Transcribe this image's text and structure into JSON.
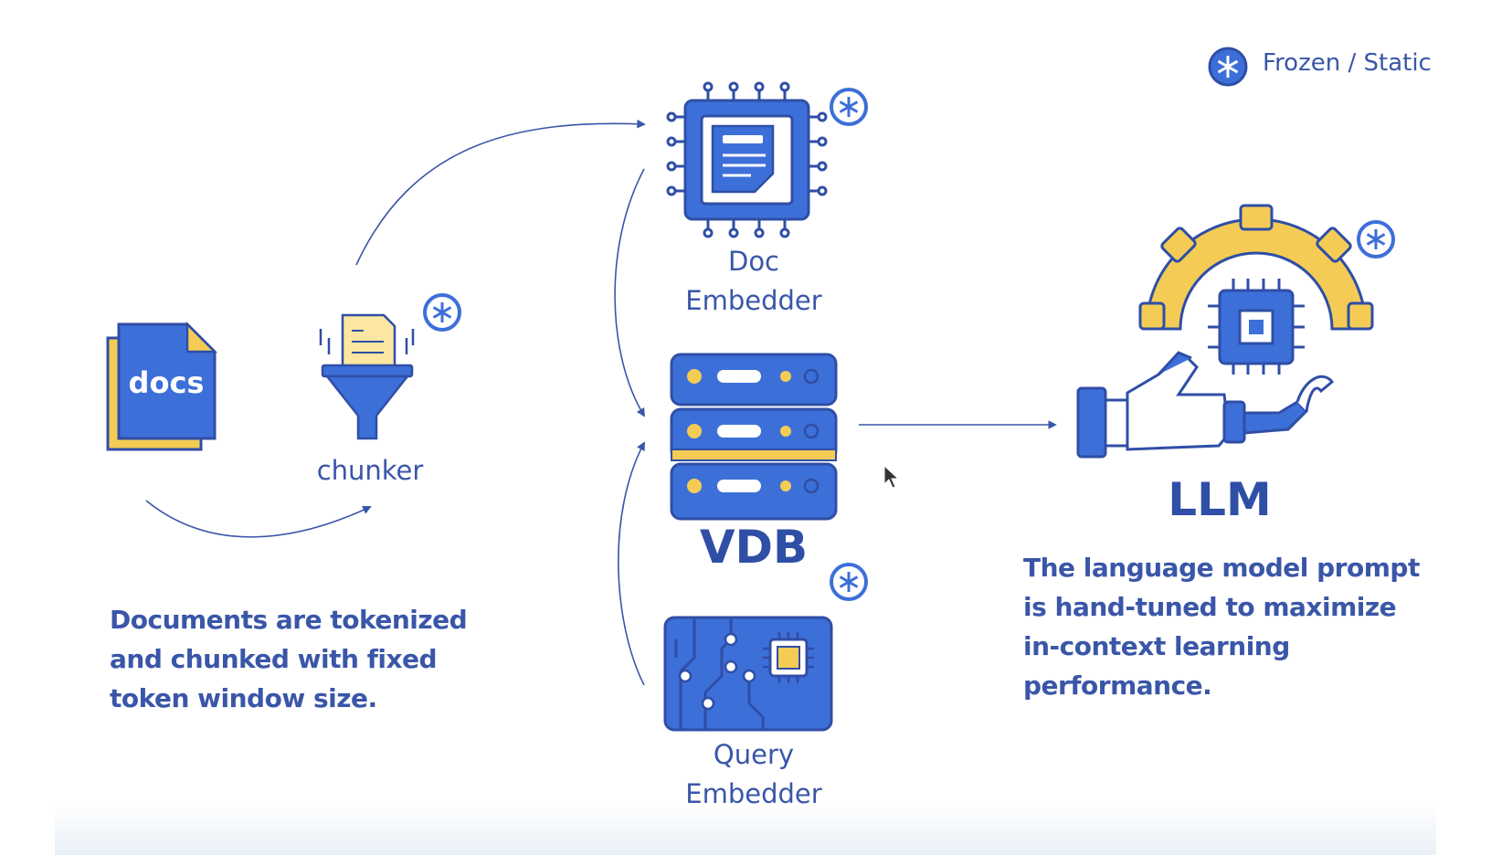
{
  "legend": {
    "label": "Frozen / Static",
    "icon": "snowflake-icon"
  },
  "nodes": {
    "docs": {
      "icon_text": "docs"
    },
    "chunker": {
      "label": "chunker"
    },
    "doc_embedder": {
      "label": "Doc\nEmbedder"
    },
    "vdb": {
      "label": "VDB"
    },
    "query_embedder": {
      "label": "Query\nEmbedder"
    },
    "llm": {
      "label": "LLM"
    }
  },
  "descriptions": {
    "chunking": "Documents are tokenized\nand chunked with fixed\ntoken window size.",
    "llm": "The language model prompt\nis hand-tuned to maximize\nin-context learning\nperformance."
  },
  "colors": {
    "primary_blue": "#3d6fd8",
    "dark_blue": "#2f4ea6",
    "accent_yellow": "#f4cc55",
    "line_blue": "#3a56a8"
  }
}
